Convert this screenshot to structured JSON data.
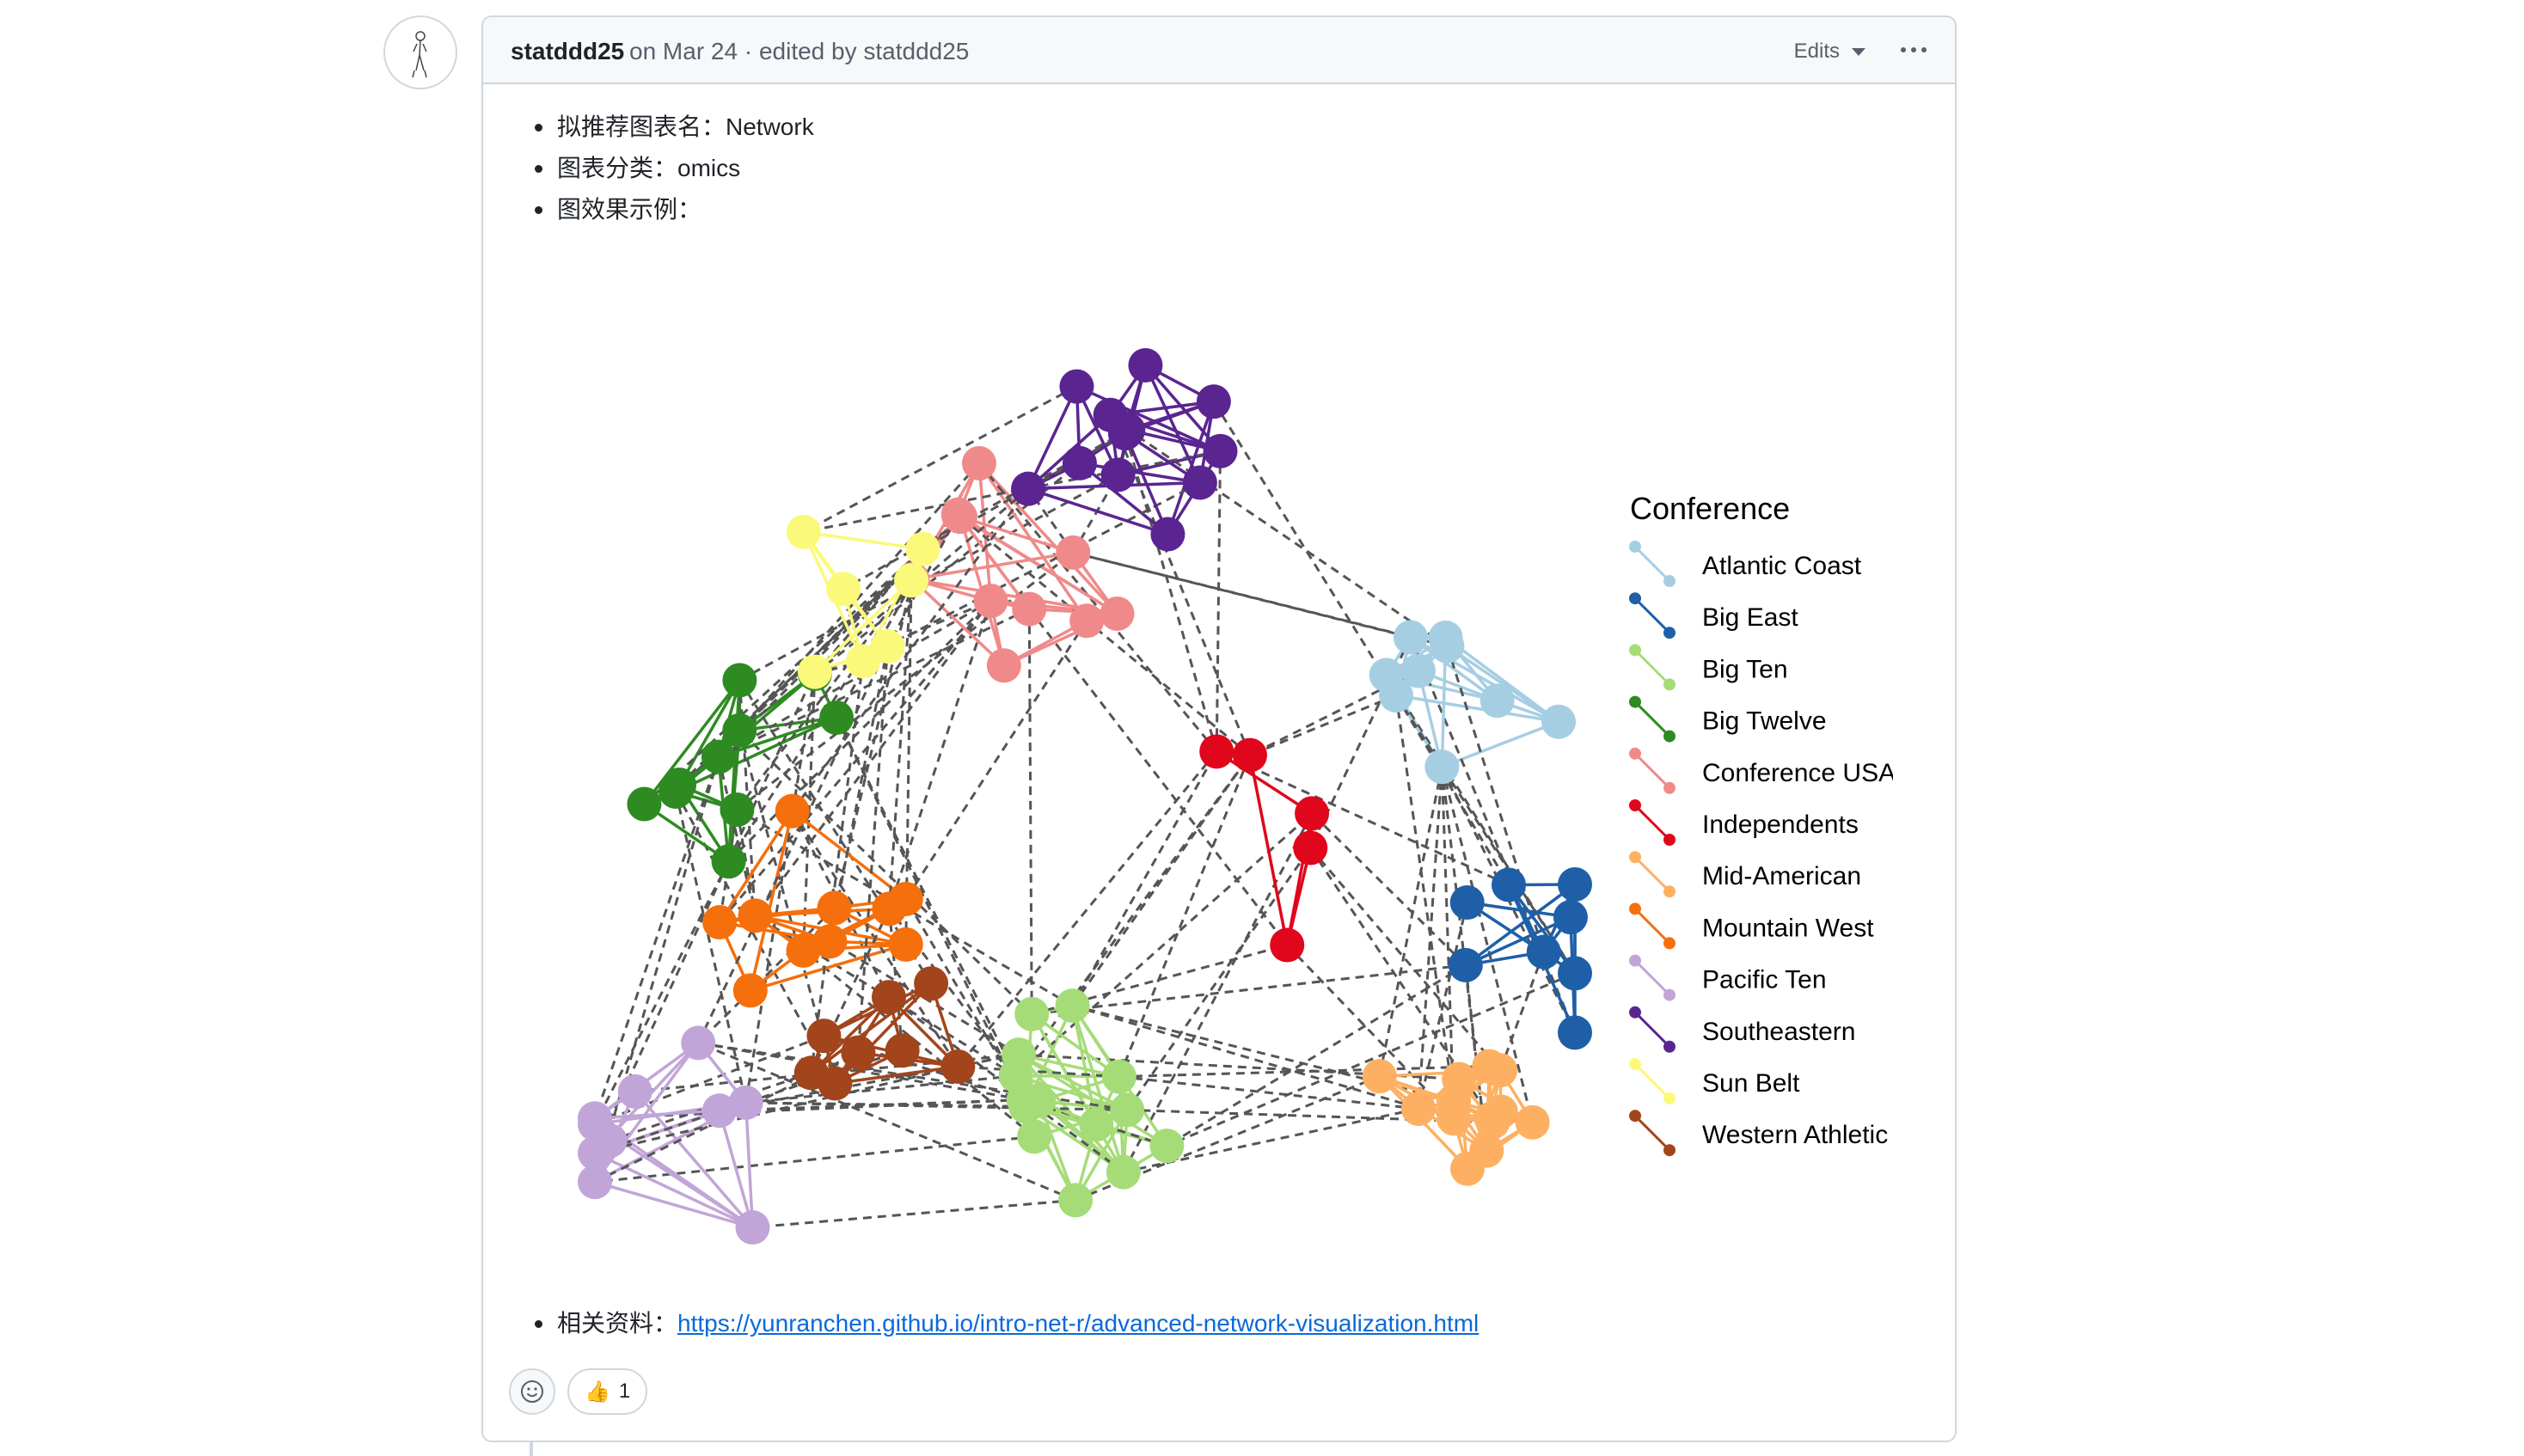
{
  "comment": {
    "author": "statddd25",
    "meta": "on Mar 24 · edited by statddd25",
    "edits_label": "Edits"
  },
  "body": {
    "items": [
      "拟推荐图表名：Network",
      "图表分类：omics",
      "图效果示例："
    ],
    "resource_label": "相关资料：",
    "resource_url": "https://yunranchen.github.io/intro-net-r/advanced-network-visualization.html"
  },
  "figure": {
    "legend_title": "Conference",
    "legend": [
      {
        "name": "Atlantic Coast",
        "color": "#a6cee3"
      },
      {
        "name": "Big East",
        "color": "#1f5fa8"
      },
      {
        "name": "Big Ten",
        "color": "#a6dc78"
      },
      {
        "name": "Big Twelve",
        "color": "#2e8b22"
      },
      {
        "name": "Conference USA",
        "color": "#f08a8a"
      },
      {
        "name": "Independents",
        "color": "#e0061c"
      },
      {
        "name": "Mid-American",
        "color": "#fdb061"
      },
      {
        "name": "Mountain West",
        "color": "#f56f0c"
      },
      {
        "name": "Pacific Ten",
        "color": "#c2a5d8"
      },
      {
        "name": "Southeastern",
        "color": "#5a2590"
      },
      {
        "name": "Sun Belt",
        "color": "#fbf97a"
      },
      {
        "name": "Western Athletic",
        "color": "#a2451c"
      }
    ],
    "edge_color": "#555555"
  },
  "reactions": {
    "emoji": "👍",
    "count": "1"
  }
}
